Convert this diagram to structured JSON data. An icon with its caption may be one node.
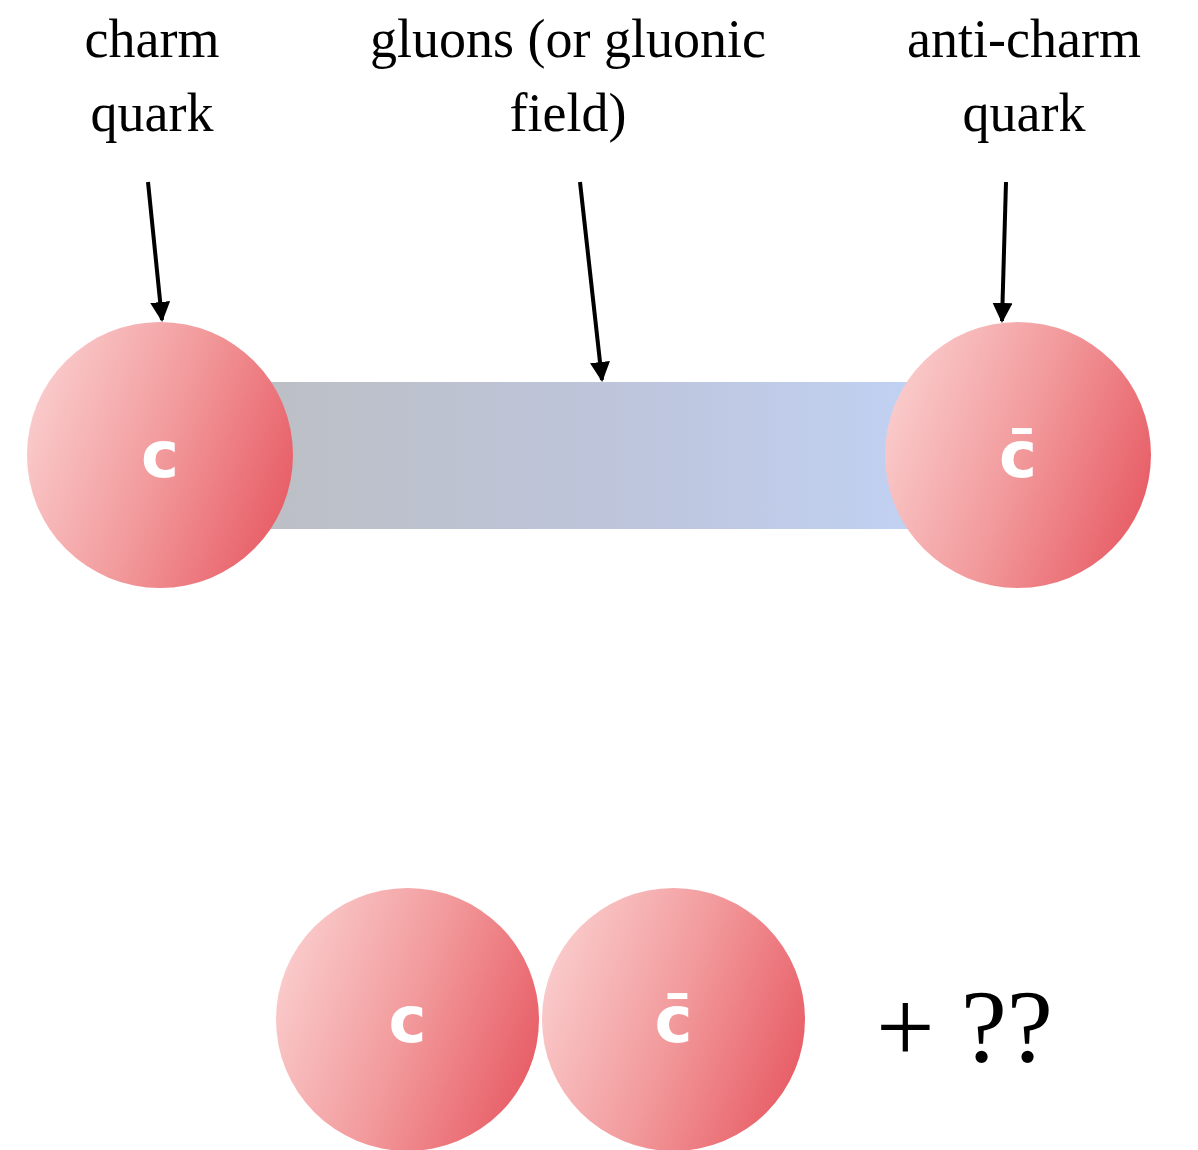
{
  "diagram": {
    "nodes": [
      {
        "text": [
          "charm quark"
        ]
      },
      {
        "text": [
          "gluons (or gluonic field)"
        ]
      },
      {
        "text": [
          "anti-charm quark"
        ]
      },
      {
        "text": [
          "c"
        ]
      },
      {
        "text": [],
        "shape": "bar"
      },
      {
        "text": [
          "c̄"
        ]
      },
      {
        "text": [
          "c"
        ]
      },
      {
        "text": [
          "c̄"
        ]
      }
    ],
    "edges": [
      {
        "from": 0,
        "to": 3,
        "arrow": "to"
      },
      {
        "from": 1,
        "to": 4,
        "arrow": "to"
      },
      {
        "from": 2,
        "to": 5,
        "arrow": "to"
      }
    ],
    "labels": [
      "+ ??"
    ]
  }
}
